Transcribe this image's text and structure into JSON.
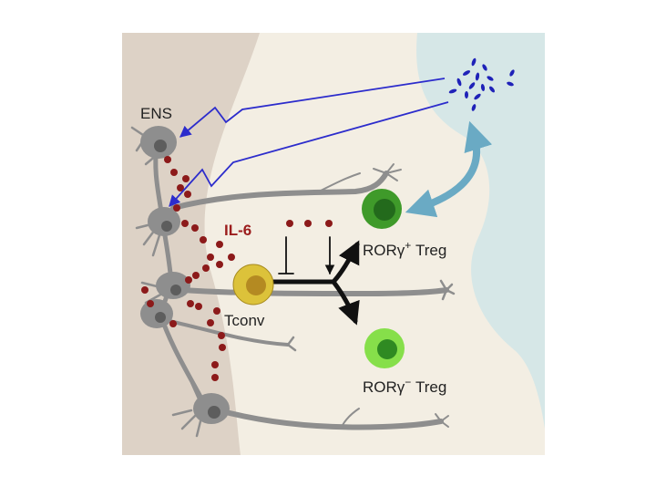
{
  "labels": {
    "ens": "ENS",
    "il6": "IL-6",
    "tconv": "Tconv",
    "rorg_pos_treg_prefix": "RORγ",
    "rorg_pos_treg_sup": "+",
    "rorg_pos_treg_suffix": " Treg",
    "rorg_neg_treg_prefix": "RORγ",
    "rorg_neg_treg_sup": "−",
    "rorg_neg_treg_suffix": " Treg"
  },
  "colors": {
    "background": "#ffffff",
    "tissue_outer": "#ddd2c6",
    "tissue_inner": "#f3eee3",
    "lumen": "#d6e7e7",
    "neuron": "#8e8e8e",
    "neuron_nucleus": "#5d5d5d",
    "il6_dots": "#8c1a1a",
    "il6_text": "#9b1c1c",
    "bacteria": "#1f22b8",
    "signal_lines": "#2c2ccc",
    "teal_arrow": "#6aaac4",
    "tconv_cell": "#dcc23a",
    "tconv_nucleus": "#b48a22",
    "treg_pos_cell": "#3f9a2a",
    "treg_pos_nucleus": "#236a1c",
    "treg_neg_cell": "#86df4a",
    "treg_neg_nucleus": "#2f8a22",
    "text": "#222222",
    "arrow": "#111111"
  },
  "icons": {
    "ens_neurons": "neuron-cell-icon",
    "microbiota": "bacteria-cluster-icon",
    "tconv": "t-cell-icon",
    "treg": "treg-cell-icon"
  }
}
